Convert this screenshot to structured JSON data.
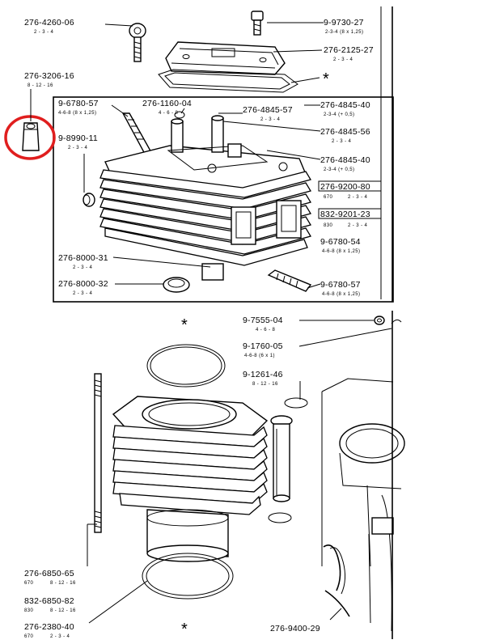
{
  "callouts": {
    "p1": {
      "part": "276-4260-06",
      "models": "2 - 3 - 4"
    },
    "p2": {
      "part": "9-9730-27",
      "models": "2-3-4  (8 x 1,25)"
    },
    "p3": {
      "part": "276-2125-27",
      "models": "2 - 3 - 4"
    },
    "p4": {
      "part": "276-3206-16",
      "models": "8 - 12 - 16"
    },
    "p5": {
      "part": "9-6780-57",
      "models": "4-6-8  (8 x 1,25)"
    },
    "p6": {
      "part": "276-1160-04",
      "models": "4 - 6 - 8"
    },
    "p7": {
      "part": "276-4845-57",
      "models": "2 - 3 - 4"
    },
    "p8": {
      "part": "276-4845-40",
      "models": "2-3-4   (+ 0,5)"
    },
    "p9": {
      "part": "9-8990-11",
      "models": "2 - 3 - 4"
    },
    "p10": {
      "part": "276-4845-56",
      "models": "2 - 3 - 4"
    },
    "p11": {
      "part": "276-4845-40",
      "models": "2-3-4   (+ 0,5)"
    },
    "p12": {
      "part": "276-9200-80",
      "model_a": "670",
      "models": "2 - 3 - 4"
    },
    "p13": {
      "part": "832-9201-23",
      "model_a": "830",
      "models": "2 - 3 - 4"
    },
    "p14": {
      "part": "9-6780-54",
      "models": "4-6-8  (8 x 1,25)"
    },
    "p15": {
      "part": "276-8000-31",
      "models": "2 - 3 - 4"
    },
    "p16": {
      "part": "276-8000-32",
      "models": "2 - 3 - 4"
    },
    "p17": {
      "part": "9-6780-57",
      "models": "4-6-8  (8 x 1,25)"
    },
    "p18": {
      "part": "9-7555-04",
      "models": "4 - 6 - 8"
    },
    "p19": {
      "part": "9-1760-05",
      "models": "4-6-8   (6 x 1)"
    },
    "p20": {
      "part": "9-1261-46",
      "models": "8 - 12 - 16"
    },
    "p21": {
      "part": "276-6850-65",
      "model_a": "670",
      "models": "8 - 12 - 16"
    },
    "p22": {
      "part": "832-6850-82",
      "model_a": "830",
      "models": "8 - 12 - 16"
    },
    "p23": {
      "part": "276-2380-40",
      "model_a": "670",
      "models": "2 - 3 - 4"
    },
    "p24": {
      "part": "276-9400-29"
    }
  },
  "markers": {
    "asterisk": "*"
  },
  "highlight_color": "#e01e1e"
}
